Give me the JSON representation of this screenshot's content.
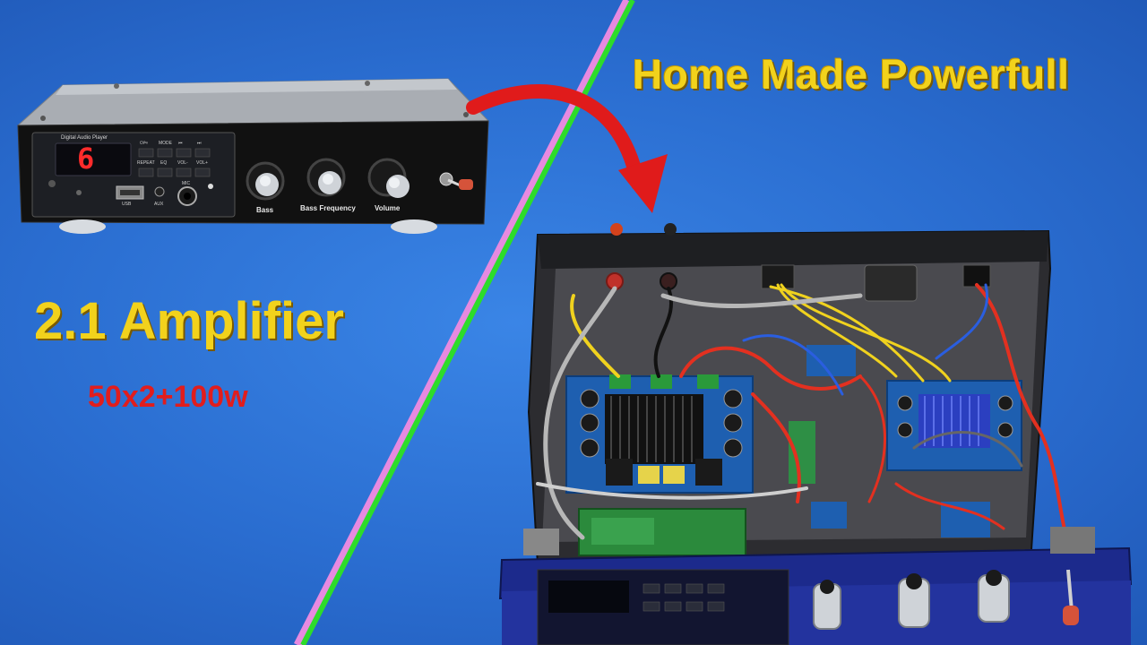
{
  "headline": "Home Made Powerfull",
  "title": "2.1 Amplifier",
  "power_rating": "50x2+100w",
  "front_panel": {
    "player_label": "Digital Audio Player",
    "display_digits": "6",
    "buttons_row1": [
      "⏻/⏯",
      "MODE",
      "⏮",
      "⏭"
    ],
    "buttons_row2": [
      "REPEAT",
      "EQ",
      "VOL-",
      "VOL+"
    ],
    "ports": [
      "USB",
      "AUX",
      "MIC"
    ],
    "knobs": [
      "Bass",
      "Bass Frequency",
      "Volume"
    ]
  },
  "colors": {
    "background": "#2a6ed1",
    "headline": "#f2d21c",
    "power_rating": "#e11d1d",
    "arrow": "#e01b1b",
    "divider_green": "#2ddc2a",
    "divider_pink": "#e78ae0"
  }
}
